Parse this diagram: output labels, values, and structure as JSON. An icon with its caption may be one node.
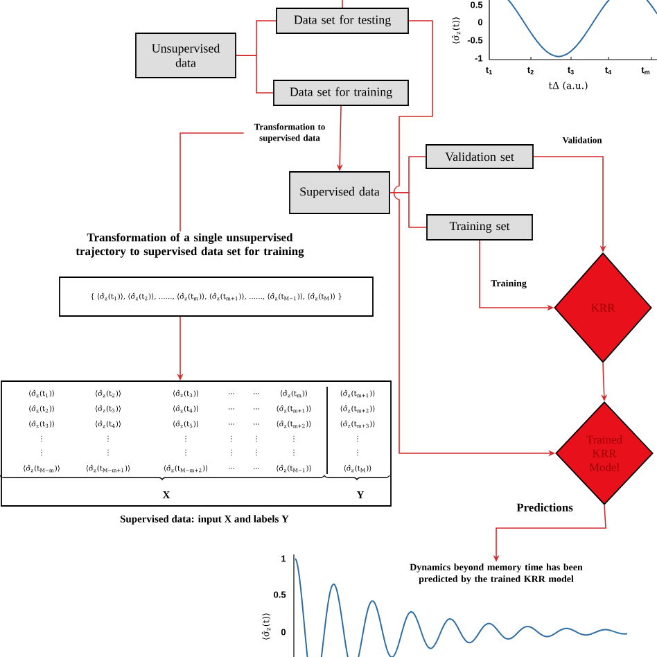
{
  "diagram": {
    "nodes": [
      {
        "text": [
          "Unsupervised data"
        ]
      },
      {
        "text": [
          "Data set for testing"
        ]
      },
      {
        "text": [
          "Data set for training"
        ]
      },
      {
        "text": [
          "Supervised data"
        ]
      },
      {
        "text": [
          "Validation set"
        ]
      },
      {
        "text": [
          "Training set"
        ]
      },
      {
        "text": [
          "KRR"
        ]
      },
      {
        "text": [
          "Trained KRR Model"
        ]
      },
      {
        "text": [
          "{ ⟨σ̂$_{z}$(t$_{1}$)⟩, ⟨σ̂$_{z}$(t$_{2}$)⟩, ......, ⟨σ̂$_{z}$(t$_{m}$)⟩, ⟨σ̂$_{z}$(t$_{m+1}$)⟩, ......, ⟨σ̂$_{z}$(t$_{M−1}$)⟩, ⟨σ̂$_{z}$(t$_{M}$)⟩ }"
        ]
      },
      {
        "text": [],
        "shape": "box",
        "beside": [
          "Supervised data: input X and labels Y"
        ]
      },
      {
        "text": [
          "Transformation to supervised data"
        ]
      },
      {
        "text": [
          "Transformation of a single unsupervised trajectory to supervised data set for training"
        ]
      },
      {
        "text": [
          "Dynamics beyond memory time has been predicted by the trained KRR model"
        ]
      }
    ],
    "edges": [
      {
        "from": null,
        "to": 1,
        "arrow": "none"
      },
      {
        "from": 0,
        "to": 1,
        "arrow": "none"
      },
      {
        "from": 0,
        "to": 2,
        "arrow": "none"
      },
      {
        "from": 2,
        "to": 3,
        "arrow": "to"
      },
      {
        "from": 1,
        "to": 7,
        "arrow": "to"
      },
      {
        "from": 10,
        "to": 11,
        "arrow": "none"
      },
      {
        "from": 3,
        "to": 4,
        "arrow": "none"
      },
      {
        "from": 3,
        "to": 5,
        "arrow": "none"
      },
      {
        "from": 4,
        "to": 6,
        "arrow": "to",
        "label": "Validation"
      },
      {
        "from": 5,
        "to": 6,
        "arrow": "to",
        "label": "Training"
      },
      {
        "from": 6,
        "to": 7,
        "arrow": "to"
      },
      {
        "from": 8,
        "to": 9,
        "arrow": "to"
      },
      {
        "from": 7,
        "to": 12,
        "arrow": "to",
        "label": "Predictions"
      }
    ],
    "labels": [
      "0.5",
      "0",
      "-0.5",
      "-1",
      "t$_{1}$",
      "t$_{2}$",
      "t$_{3}$",
      "t$_{4}$",
      "t$_{m}$",
      "tΔ (a.u.)",
      "⟨σ̂$_{z}$(t)⟩",
      "⟨σ̂$_{z}$(t$_{1}$)⟩",
      "⟨σ̂$_{z}$(t$_{2}$)⟩",
      "⟨σ̂$_{z}$(t$_{3}$)⟩",
      "...",
      "...",
      "⟨σ̂$_{z}$(t$_{m}$)⟩",
      "⟨σ̂$_{z}$(t$_{m+1}$)⟩",
      "⟨σ̂$_{z}$(t$_{2}$)⟩",
      "⟨σ̂$_{z}$(t$_{3}$)⟩",
      "⟨σ̂$_{z}$(t$_{4}$)⟩",
      "...",
      "...",
      "⟨σ̂$_{z}$(t$_{m+1}$)⟩",
      "⟨σ̂$_{z}$(t$_{m+2}$)⟩",
      "⟨σ̂$_{z}$(t$_{3}$)⟩",
      "⟨σ̂$_{z}$(t$_{4}$)⟩",
      "⟨σ̂$_{z}$(t$_{5}$)⟩",
      "...",
      "...",
      "⟨σ̂$_{z}$(t$_{m+2}$)⟩",
      "⟨σ̂$_{z}$(t$_{m+3}$)⟩",
      "⋮",
      "⋮",
      "⋮",
      "⋮",
      "⋮",
      "⋮",
      "⋮",
      "⋮",
      "⋮",
      "⋮",
      "⋮",
      "⋮",
      "⋮",
      "⋮",
      "⟨σ̂$_{z}$(t$_{M−m}$)⟩",
      "⟨σ̂$_{z}$(t$_{M−m+1}$)⟩",
      "⟨σ̂$_{z}$(t$_{M−m+2}$)⟩",
      "...",
      "...",
      "⟨σ̂$_{z}$(t$_{M−1}$)⟩",
      "⟨σ̂$_{z}$(t$_{M}$)⟩",
      "X",
      "Y",
      "1",
      "0.5",
      "0",
      "⟨σ̂$_{z}$(t)⟩"
    ]
  }
}
